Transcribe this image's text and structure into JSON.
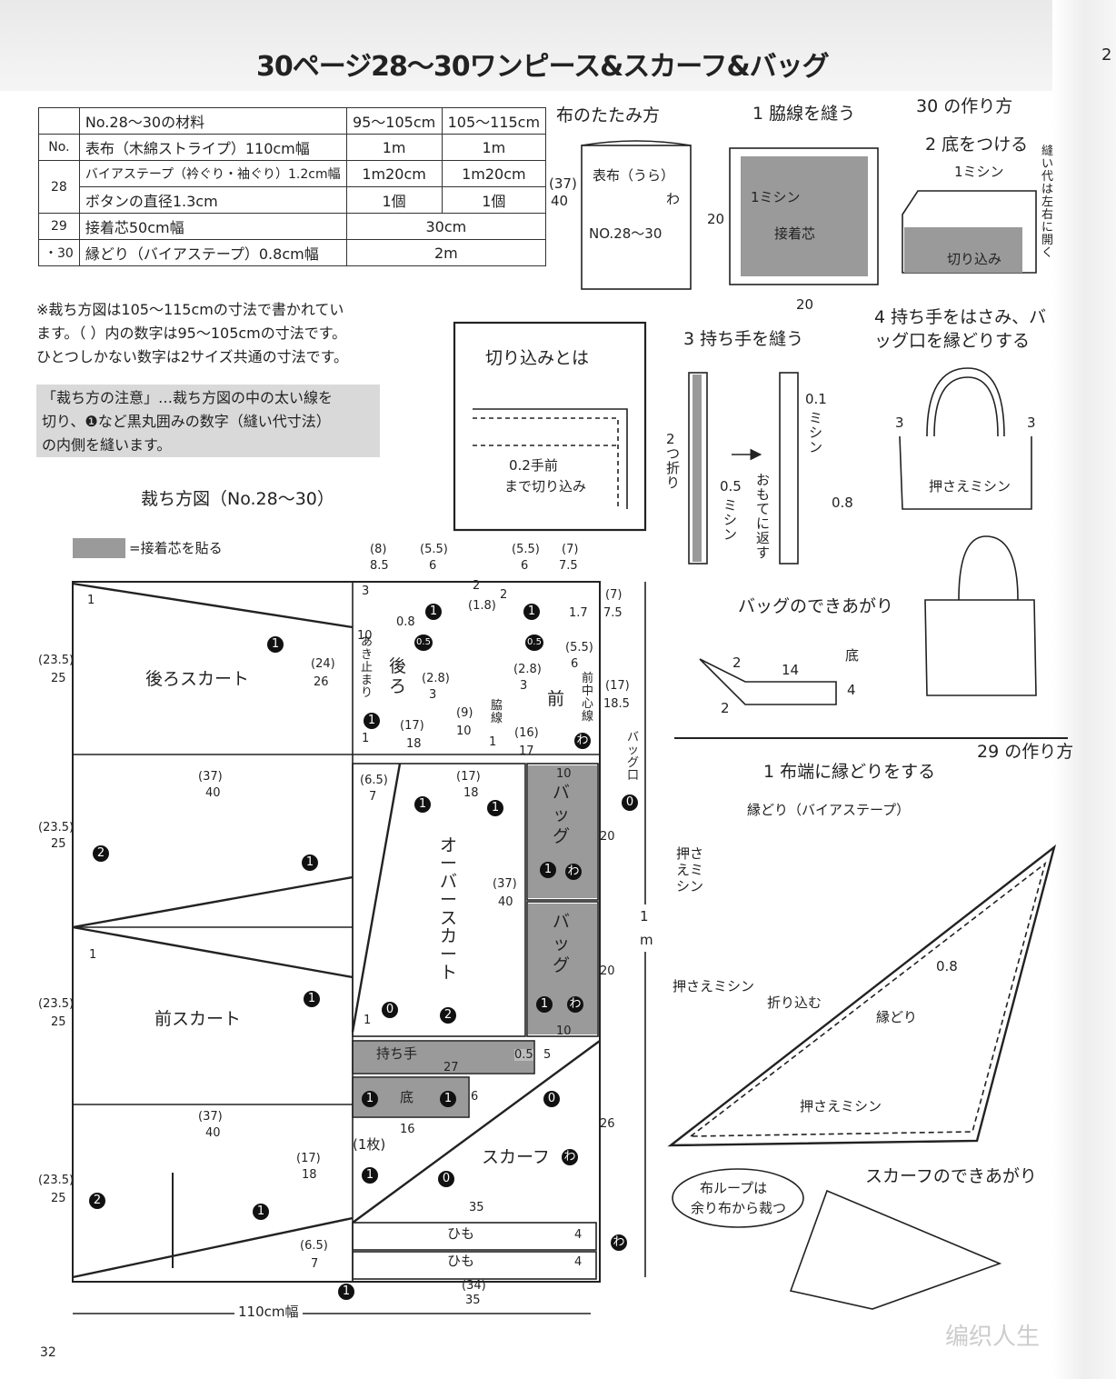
{
  "page_title": "30ページ28〜30ワンピース&スカーフ&バッグ",
  "corner_number": "2",
  "materials": {
    "header": {
      "label": "No.28〜30の材料",
      "size_a": "95〜105cm",
      "size_b": "105〜115cm"
    },
    "col_no": "No.",
    "rows": [
      {
        "no": "",
        "item": "表布（木綿ストライプ）110cm幅",
        "a": "1m",
        "b": "1m"
      },
      {
        "no": "28",
        "item": "バイアステープ（衿ぐり・袖ぐり）1.2cm幅",
        "a": "1m20cm",
        "b": "1m20cm"
      },
      {
        "no": "",
        "item": "ボタンの直径1.3cm",
        "a": "1個",
        "b": "1個"
      },
      {
        "no": "29",
        "item": "接着芯50cm幅",
        "ab": "30cm"
      },
      {
        "no": "30",
        "item": "縁どり（バイアステープ）0.8cm幅",
        "ab": "2m"
      }
    ],
    "no_dot": "・"
  },
  "notes": {
    "l1": "※裁ち方図は105〜115cmの寸法で書かれてい",
    "l2": "ます。（ ）内の数字は95〜105cmの寸法です。",
    "l3": "ひとつしかない数字は2サイズ共通の寸法です。"
  },
  "caution": {
    "l1": "「裁ち方の注意」…裁ち方図の中の太い線を",
    "l2": "切り、❶など黒丸囲みの数字（縫い代寸法）",
    "l3": "の内側を縫います。"
  },
  "fold": {
    "title": "布のたたみ方",
    "fabric": "表布（うら）",
    "wa": "わ",
    "a": "(37)",
    "b": "40",
    "label": "NO.28〜30"
  },
  "kirikomi": {
    "title": "切り込みとは",
    "l1": "0.2手前",
    "l2": "まで切り込み"
  },
  "steps30": {
    "heading": "30 の作り方",
    "s1": "1 脇線を縫う",
    "s1_mishin": "1ミシン",
    "s1_interfacing": "接着芯",
    "s1_h": "20",
    "s1_w": "20",
    "s2": "2 底をつける",
    "s2_mishin": "1ミシン",
    "s2_cut": "切り込み",
    "s2_side": "縫い代は左右に開く",
    "s3": "3 持ち手を縫う",
    "s3_fold": "2つ折り",
    "s3_05": "0.5",
    "s3_mishin": "ミシン",
    "s3_01": "0.1",
    "s3_mishin2": "ミシン",
    "s3_turn": "おもてに返す",
    "s4a": "4 持ち手をはさみ、バ",
    "s4b": "ッグ口を縁どりする",
    "s4_3a": "3",
    "s4_3b": "3",
    "s4_press": "押さえミシン",
    "s4_08": "0.8",
    "done": "バッグのできあがり",
    "done_bottom": "底",
    "done_14": "14",
    "done_2a": "2",
    "done_2b": "2",
    "done_4": "4"
  },
  "steps29": {
    "heading": "29 の作り方",
    "s1": "1 布端に縁どりをする",
    "bias": "縁どり（バイアステープ）",
    "press1": "押さえミシン",
    "press2": "押さえミシン",
    "fold_in": "折り込む",
    "edge": "縁どり",
    "v08": "0.8",
    "press3": "押さえミシン",
    "done": "スカーフのできあがり",
    "loop1": "布ループは",
    "loop2": "余り布から裁つ"
  },
  "cutting": {
    "title": "裁ち方図（No.28〜30）",
    "legend": "=接着芯を貼る",
    "width_label": "110cm幅",
    "pieces": {
      "back_skirt": "後ろスカート",
      "front_skirt": "前スカート",
      "back": "後ろ",
      "front": "前",
      "over_skirt": "オーバースカート",
      "bag1": "バッグ",
      "bag2": "バッグ",
      "handle": "持ち手",
      "bottom": "底",
      "scarf": "スカーフ",
      "tie1": "ひも",
      "tie2": "ひも",
      "one_piece": "(1枚)",
      "opening": "あき止まり",
      "side_line": "脇線",
      "center_front": "前中心線",
      "bag_mouth": "バッグ口",
      "one_m": "1 m"
    },
    "dims": {
      "d8": "(8)",
      "d85": "8.5",
      "d55a": "(5.5)",
      "d6a": "6",
      "d55b": "(5.5)",
      "d6b": "6",
      "d7": "(7)",
      "d75": "7.5",
      "d7r": "(7)",
      "d75r": "7.5",
      "d3": "3",
      "d2a": "2",
      "d2b": "2",
      "d18": "(1.8)",
      "d08": "0.8",
      "d17": "1.7",
      "d10": "10",
      "d24": "(24)",
      "d26": "26",
      "d28a": "(2.8)",
      "d3a": "3",
      "d28b": "(2.8)",
      "d3b": "3",
      "d55c": "(5.5)",
      "d6c": "6",
      "d17b": "(17)",
      "d185": "18.5",
      "d9": "(9)",
      "d10b": "10",
      "d17c": "(17)",
      "d18c": "18",
      "d16": "(16)",
      "d17d": "17",
      "d1a": "1",
      "d1b": "1",
      "d235a": "(23.5)",
      "d25a": "25",
      "d37a": "(37)",
      "d40a": "40",
      "d235b": "(23.5)",
      "d25b": "25",
      "d235c": "(23.5)",
      "d25c": "25",
      "d37b": "(37)",
      "d40b": "40",
      "d235d": "(23.5)",
      "d25d": "25",
      "d65a": "(6.5)",
      "d7a": "7",
      "d17e": "(17)",
      "d18e": "18",
      "d10c": "10",
      "d20a": "20",
      "d37c": "(37)",
      "d40c": "40",
      "d20b": "20",
      "d10d": "10",
      "d27": "27",
      "d5": "5",
      "d6d": "6",
      "d16b": "16",
      "d26b": "26",
      "d17f": "(17)",
      "d18f": "18",
      "d35": "35",
      "d4a": "4",
      "d4b": "4",
      "d65b": "(6.5)",
      "d7b": "7",
      "d34": "(34)",
      "d35b": "35",
      "d1c": "1",
      "d1d": "1",
      "d1e": "1",
      "d05": "0.5"
    },
    "marks": {
      "m1": "1",
      "m2": "2",
      "m0": "0",
      "m05": "0.5",
      "wa": "わ"
    }
  },
  "page_number": "32",
  "watermark": "编织人生"
}
